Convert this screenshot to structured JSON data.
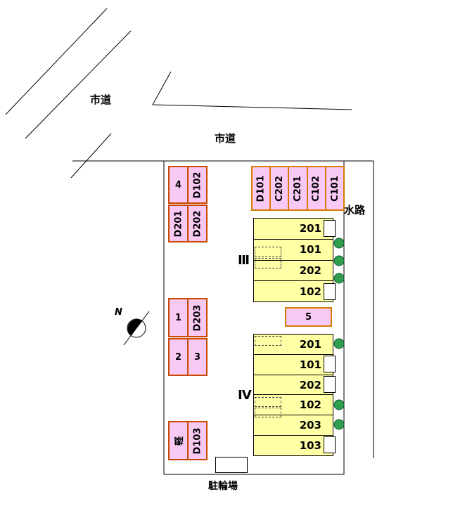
{
  "colors": {
    "parking_fill": "#f9c9f5",
    "parking_border": "#c84a00",
    "strip_border": "#d97a00",
    "building_fill": "#ffffa6",
    "tree_green": "#2f9e4f",
    "tree_stroke": "#115c2e",
    "line": "#000000"
  },
  "roads": {
    "top_label": "市道",
    "mid_label": "市道"
  },
  "waterway_label": "水路",
  "compass_label": "N",
  "bike_label": "駐輪場",
  "parking": {
    "a": [
      "4",
      "D102"
    ],
    "b": [
      "D201",
      "D202"
    ],
    "c": [
      "1",
      "D203"
    ],
    "d": [
      "2",
      "3"
    ],
    "e": [
      "軽",
      "D103"
    ],
    "strip": [
      "D101",
      "C202",
      "C201",
      "C102",
      "C101"
    ],
    "spot5": "5"
  },
  "buildings": {
    "b3": {
      "name": "Ⅲ",
      "rooms": [
        "201",
        "101",
        "202",
        "102"
      ]
    },
    "b4": {
      "name": "Ⅳ",
      "rooms": [
        "201",
        "101",
        "202",
        "102",
        "203",
        "103"
      ]
    }
  }
}
